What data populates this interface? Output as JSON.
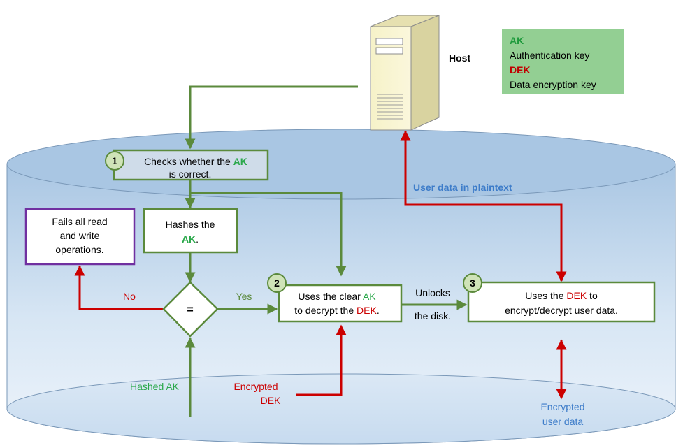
{
  "host": {
    "label": "Host"
  },
  "legend": {
    "ak_abbr": "AK",
    "ak_full": "Authentication key",
    "dek_abbr": "DEK",
    "dek_full": "Data encryption key"
  },
  "steps": {
    "step1": {
      "number": "1",
      "line1_prefix": "Checks whether the ",
      "line1_key": "AK",
      "line2": "is correct."
    },
    "hash": {
      "line1": "Hashes the",
      "line2_key": "AK",
      "line2_suffix": "."
    },
    "fail": {
      "line1": "Fails all read",
      "line2": "and write",
      "line3": "operations."
    },
    "compare": {
      "symbol": "="
    },
    "step2": {
      "number": "2",
      "line1_prefix": "Uses the clear ",
      "line1_key": "AK",
      "line2_prefix": "to decrypt the ",
      "line2_key": "DEK",
      "line2_suffix": "."
    },
    "step3": {
      "number": "3",
      "line1_prefix": "Uses the ",
      "line1_key": "DEK",
      "line1_suffix": " to",
      "line2": "encrypt/decrypt user data."
    }
  },
  "labels": {
    "no": "No",
    "yes": "Yes",
    "unlocks_line1": "Unlocks",
    "unlocks_line2": "the disk.",
    "plaintext": "User data in plaintext",
    "hashed_ak": "Hashed AK",
    "encrypted_dek_line1": "Encrypted",
    "encrypted_dek_line2": "DEK",
    "encrypted_user_line1": "Encrypted",
    "encrypted_user_line2": "user data"
  },
  "colors": {
    "green_line": "#5b8a3c",
    "green_text": "#2aa84a",
    "red": "#cc0000",
    "blue_text": "#3d7cc9",
    "box_fill": "#cfdce9",
    "legend_fill": "#93cf93",
    "purple": "#7030a0"
  }
}
